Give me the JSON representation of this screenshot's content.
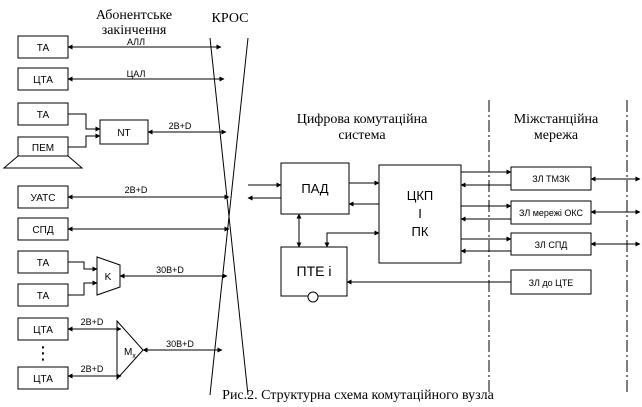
{
  "sections": {
    "subscriber_ends": [
      "Абонентське",
      "закінчення"
    ],
    "cross": "КРОС",
    "switching_system": [
      "Цифрова комутаційна",
      "система"
    ],
    "interstation_network": [
      "Міжстанційна",
      "мережа"
    ]
  },
  "terminals": {
    "ta1": "ТА",
    "cta1": "ЦТА",
    "ta2": "ТА",
    "pem": "ПЕМ",
    "uats": "УАТС",
    "spd": "СПД",
    "ta3": "ТА",
    "ta4": "ТА",
    "cta2": "ЦТА",
    "cta3": "ЦТА",
    "dots": "⋮"
  },
  "nodes": {
    "nt": "NT",
    "k": "K",
    "mx": "M",
    "mx_sub": "x",
    "pad": "ПАД",
    "pte": "ПТЕ і",
    "ckp": [
      "ЦКП",
      "І",
      "ПК"
    ]
  },
  "line_labels": {
    "all": "АЛЛ",
    "cal": "ЦАЛ",
    "nt_2bd": "2В+D",
    "uats_2bd": "2В+D",
    "k_30bd": "30В+D",
    "cta2_2bd": "2В+D",
    "cta3_2bd": "2В+D",
    "mx_30bd": "30В+D"
  },
  "trunks": {
    "tmzk": "ЗЛ ТМЗК",
    "oks": "ЗЛ мережі ОКС",
    "spd": "ЗЛ СПД",
    "cte": "ЗЛ до ЦТЕ"
  },
  "caption": "Рис.2. Структурна схема комутаційного вузла"
}
